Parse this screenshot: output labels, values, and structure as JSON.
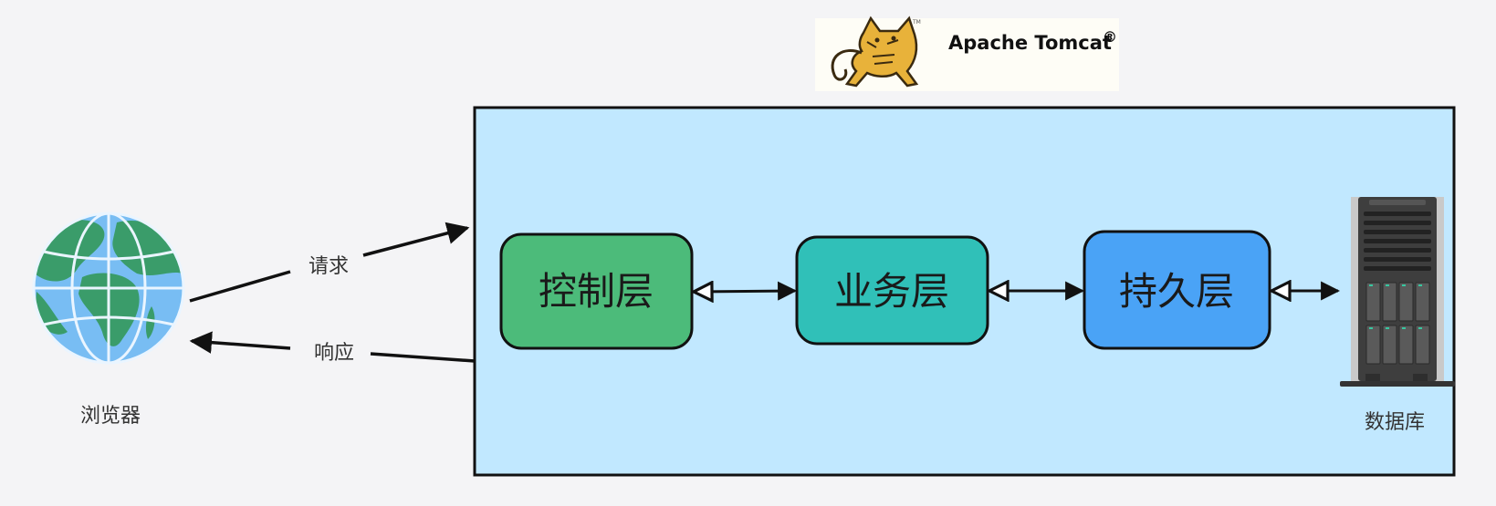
{
  "logo": {
    "brand_text": "Apache Tomcat",
    "registered_mark": "®"
  },
  "browser": {
    "label": "浏览器",
    "icon": "globe-icon"
  },
  "flows": {
    "request_label": "请求",
    "response_label": "响应"
  },
  "layers": [
    {
      "label": "控制层",
      "color": "#4cbb7a"
    },
    {
      "label": "业务层",
      "color": "#30c0b8"
    },
    {
      "label": "持久层",
      "color": "#4aa3f6"
    }
  ],
  "database": {
    "label": "数据库",
    "icon": "server-tower-icon"
  },
  "colors": {
    "container_fill": "#c1e8ff",
    "stroke": "#111111",
    "background": "#f4f4f6"
  }
}
